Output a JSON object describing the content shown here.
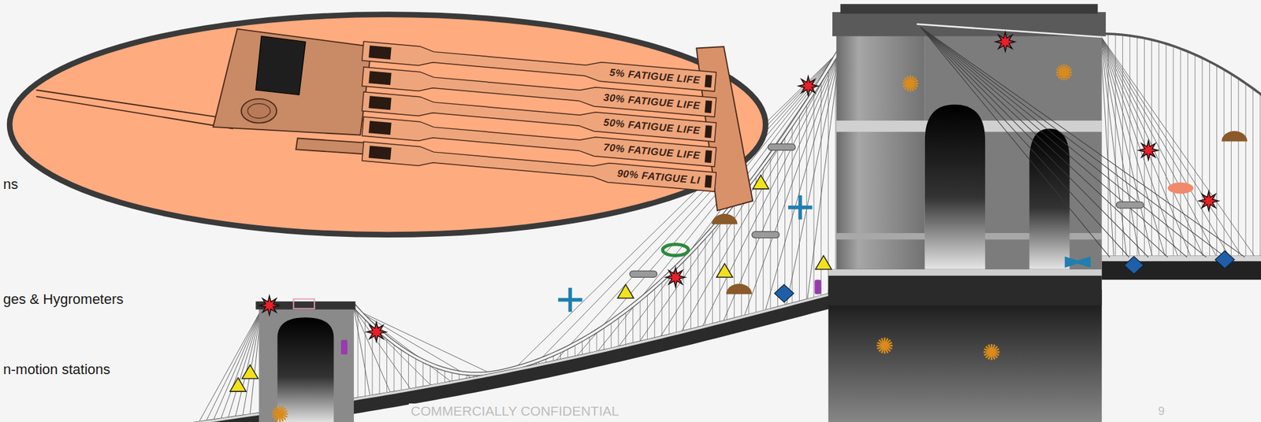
{
  "diagram": {
    "nodes": [
      {
        "text": [
          "5% FATIGUE LIFE"
        ]
      },
      {
        "text": [
          "30% FATIGUE LIFE"
        ]
      },
      {
        "text": [
          "50% FATIGUE LIFE"
        ]
      },
      {
        "text": [
          "70% FATIGUE LIFE"
        ]
      },
      {
        "text": [
          "90% FATIGUE LI"
        ]
      }
    ],
    "labels": [
      "ns",
      "ges & Hygrometers",
      "n-motion stations",
      "COMMERCIALLY CONFIDENTIAL",
      "9"
    ]
  }
}
